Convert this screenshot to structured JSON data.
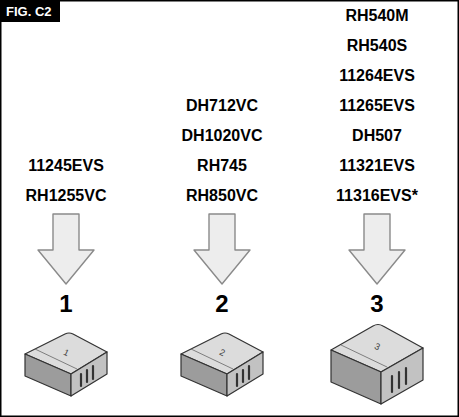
{
  "diagram": {
    "title": "FIG. C2",
    "labels": [
      "11245EVS",
      "RH1255VC",
      "DH712VC",
      "DH1020VC",
      "RH745",
      "RH850VC",
      "RH540M",
      "RH540S",
      "11264EVS",
      "11265EVS",
      "DH507",
      "11321EVS",
      "11316EVS*",
      "1",
      "2",
      "3",
      "1",
      "2",
      "3"
    ]
  }
}
